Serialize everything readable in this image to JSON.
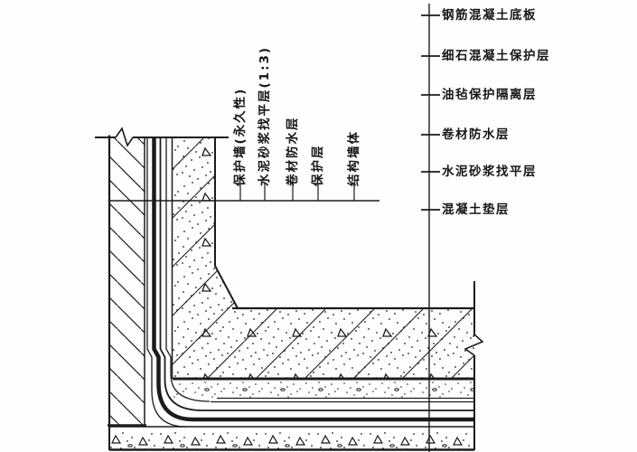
{
  "drawing": {
    "type": "construction-detail-section",
    "ink_color": "#1b1b1b",
    "background_color": "#fefefc",
    "wall_callouts": [
      "保护墙(永久性)",
      "水泥砂浆找平层(1:3)",
      "卷材防水层",
      "保护层",
      "结构墙体"
    ],
    "floor_callouts": [
      "钢筋混凝土底板",
      "细石混凝土保护层",
      "油毡保护隔离层",
      "卷材防水层",
      "水泥砂浆找平层",
      "混凝土垫层"
    ]
  }
}
